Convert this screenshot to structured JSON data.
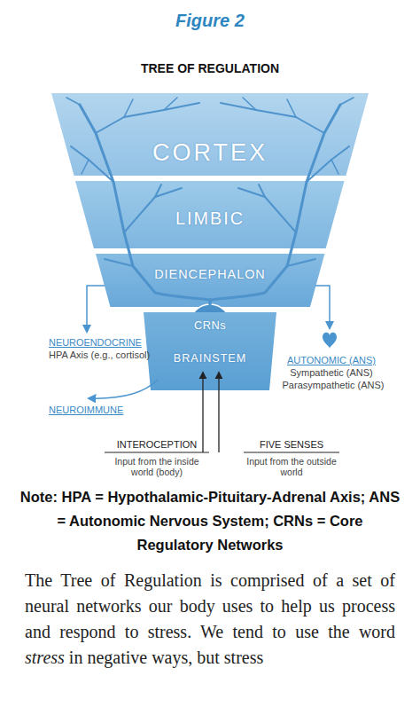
{
  "diagram": {
    "title": "TREE OF REGULATION",
    "nodes": [
      {
        "text": [
          "CORTEX"
        ]
      },
      {
        "text": [
          "LIMBIC"
        ]
      },
      {
        "text": [
          "DIENCEPHALON"
        ]
      },
      {
        "text": [
          "CRNs"
        ]
      },
      {
        "text": [
          "BRAINSTEM"
        ]
      }
    ],
    "labels": [
      "Figure 2",
      "NEUROENDOCRINE",
      "HPA Axis (e.g., cortisol)",
      "NEUROIMMUNE",
      "AUTONOMIC (ANS)",
      "Sympathetic (ANS)",
      "Parasympathetic (ANS)",
      "INTEROCEPTION",
      "Input from the inside world (body)",
      "FIVE SENSES",
      "Input from the outside world",
      "Note: HPA = Hypothalamic-Pituitary-Adrenal Axis; ANS = Autonomic Nervous System; CRNs = Core Regulatory Networks",
      "The Tree of Regulation is comprised of a set of neural networks our body uses to help us process and respond to stress. We tend to use the word",
      "stress",
      "in negative ways, but stress"
    ]
  }
}
